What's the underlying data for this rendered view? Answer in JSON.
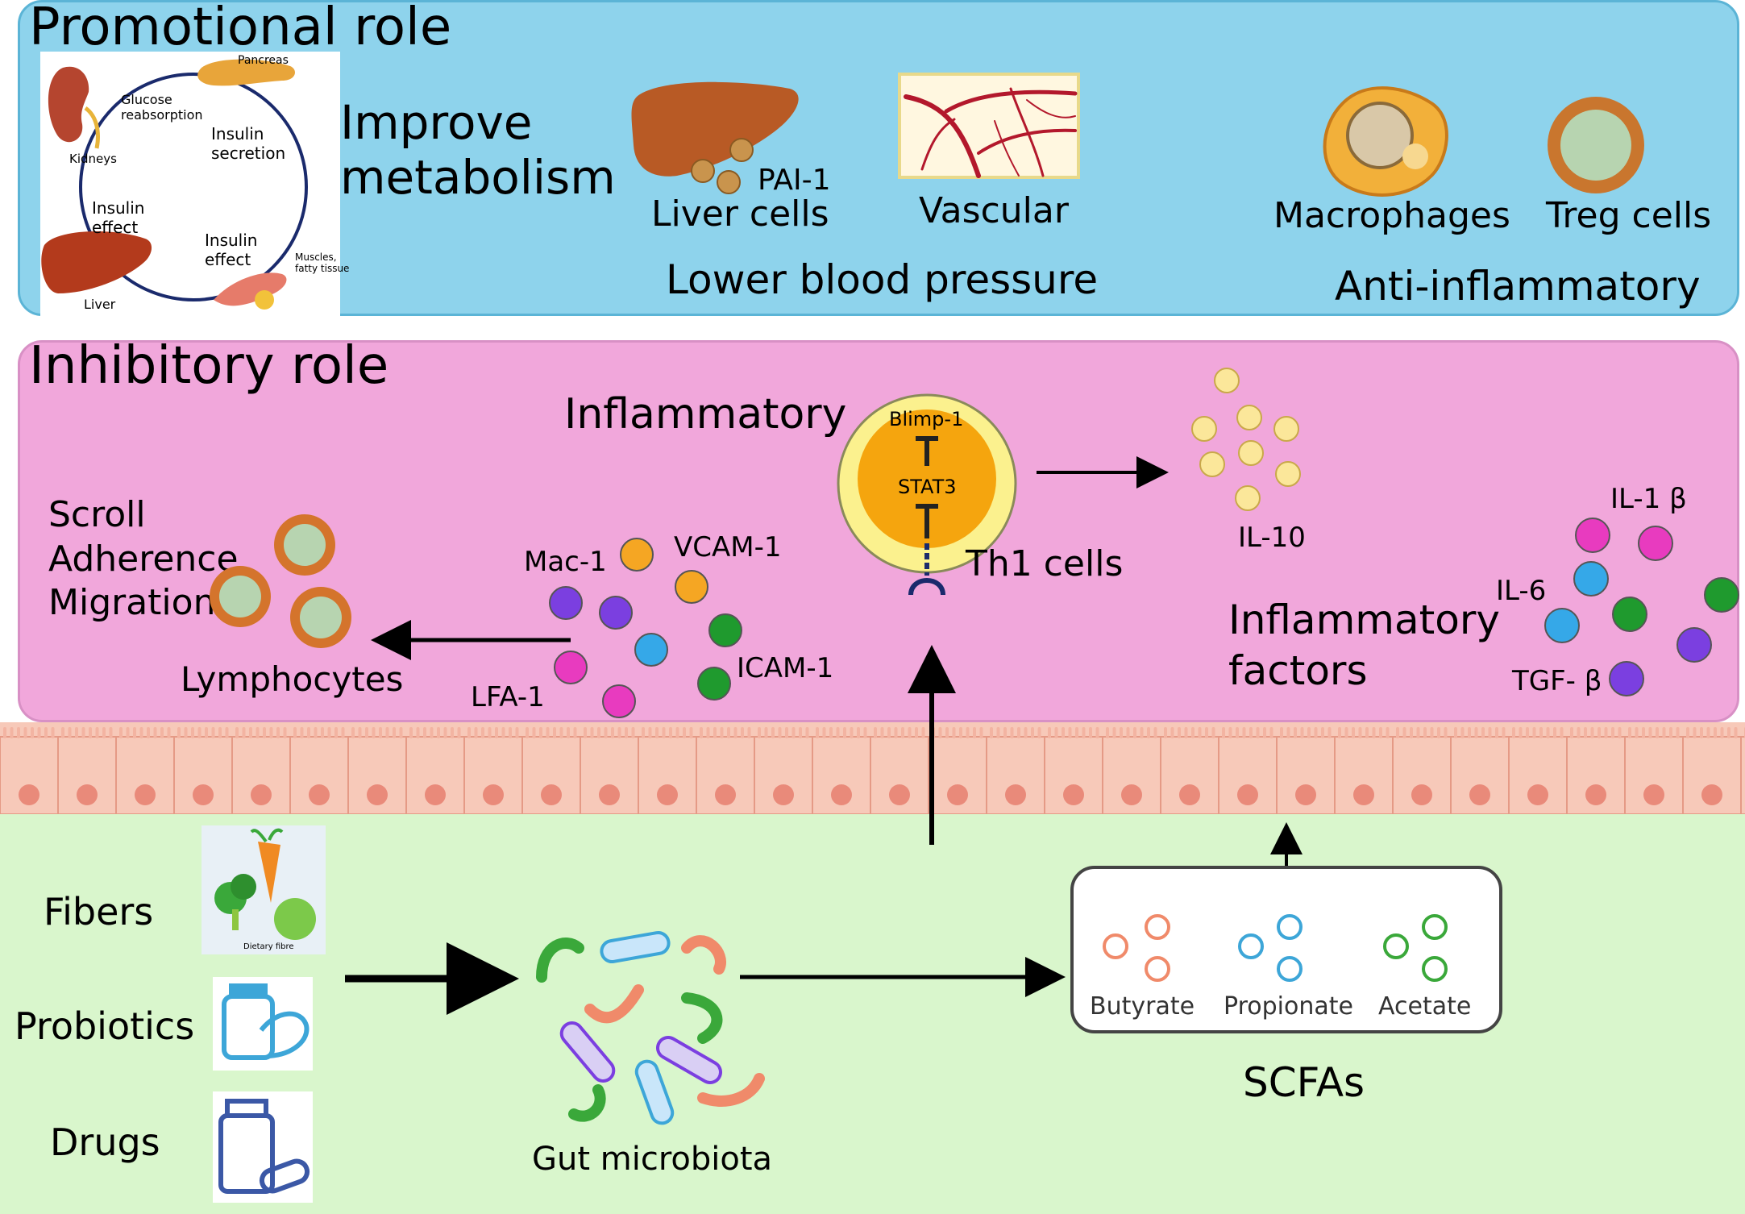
{
  "promotional": {
    "title": "Promotional role",
    "cycle": {
      "pancreas": "Pancreas",
      "glucose": "Glucose\nreabsorption",
      "kidneys": "Kidneys",
      "insulin_secretion": "Insulin\nsecretion",
      "insulin_effect_left": "Insulin\neffect",
      "insulin_effect_right": "Insulin\neffect",
      "muscles": "Muscles,\nfatty tissue",
      "liver": "Liver"
    },
    "improve_metabolism": "Improve\nmetabolism",
    "pai1": "PAI-1",
    "liver_cells": "Liver cells",
    "vascular": "Vascular",
    "lower_bp": "Lower blood pressure",
    "macrophages": "Macrophages",
    "treg": "Treg cells",
    "anti_inflammatory": "Anti-inflammatory"
  },
  "inhibitory": {
    "title": "Inhibitory role",
    "inflammatory": "Inflammatory",
    "blimp1": "Blimp-1",
    "stat3": "STAT3",
    "th1": "Th1 cells",
    "il10": "IL-10",
    "scroll": "Scroll\nAdherence\nMigration",
    "lymphocytes": "Lymphocytes",
    "mac1": "Mac-1",
    "vcam1": "VCAM-1",
    "lfa1": "LFA-1",
    "icam1": "ICAM-1",
    "inflammatory_factors": "Inflammatory\nfactors",
    "il1b": "IL-1 β",
    "il6": "IL-6",
    "tgfb": "TGF- β"
  },
  "bottom": {
    "fibers": "Fibers",
    "dietary_fibre": "Dietary fibre",
    "probiotics": "Probiotics",
    "drugs": "Drugs",
    "gut_microbiota": "Gut microbiota",
    "butyrate": "Butyrate",
    "propionate": "Propionate",
    "acetate": "Acetate",
    "scfas": "SCFAs"
  },
  "colors": {
    "top_panel": "#8ed3ec",
    "mid_panel": "#f1a7db",
    "bottom_panel": "#d9f6cc",
    "green_label": "#3aa83a",
    "red_label": "#f0192b",
    "magenta": "#e83bbf",
    "purple": "#7b3fe0",
    "blue": "#35a8e8",
    "green": "#1f9a2e",
    "orange": "#f5a623",
    "il10_yellow": "#fbe79a"
  }
}
